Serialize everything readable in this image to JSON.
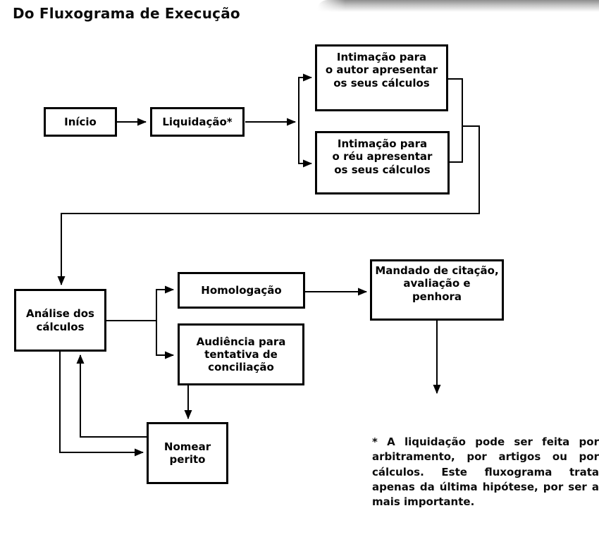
{
  "title": "Do Fluxograma de Execução",
  "nodes": {
    "inicio": {
      "label": "Início"
    },
    "liquidacao": {
      "label": "Liquidação*"
    },
    "intimacao_autor": {
      "label": "Intimação para\no autor apresentar\nos seus cálculos"
    },
    "intimacao_reu": {
      "label": "Intimação para\no réu apresentar\nos seus cálculos"
    },
    "analise": {
      "label": "Análise dos\ncálculos"
    },
    "homologacao": {
      "label": "Homologação"
    },
    "audiencia": {
      "label": "Audiência para\ntentativa de\nconciliação"
    },
    "mandado": {
      "label": "Mandado de citação,\navaliação e\npenhora"
    },
    "nomear_perito": {
      "label": "Nomear\nperito"
    }
  },
  "edges": [
    {
      "from": "inicio",
      "to": "liquidacao"
    },
    {
      "from": "liquidacao",
      "to": "intimacao_autor"
    },
    {
      "from": "liquidacao",
      "to": "intimacao_reu"
    },
    {
      "from": "intimacao_autor",
      "to": "analise"
    },
    {
      "from": "intimacao_reu",
      "to": "analise"
    },
    {
      "from": "analise",
      "to": "homologacao"
    },
    {
      "from": "analise",
      "to": "audiencia"
    },
    {
      "from": "analise",
      "to": "nomear_perito"
    },
    {
      "from": "nomear_perito",
      "to": "analise"
    },
    {
      "from": "audiencia",
      "to": "nomear_perito"
    },
    {
      "from": "homologacao",
      "to": "mandado"
    },
    {
      "from": "mandado",
      "to": ""
    }
  ],
  "footnote": "* A liquidação pode ser feita por arbitramento, por artigos ou por cálculos. Este fluxograma trata apenas da última hipótese, por ser a mais importante.",
  "colors": {
    "line": "#000000",
    "box_border": "#000000",
    "box_bg": "#ffffff",
    "text": "#0b0b0b",
    "page_bg": "#ffffff",
    "header_gradient_top": "#8d8d8d"
  }
}
